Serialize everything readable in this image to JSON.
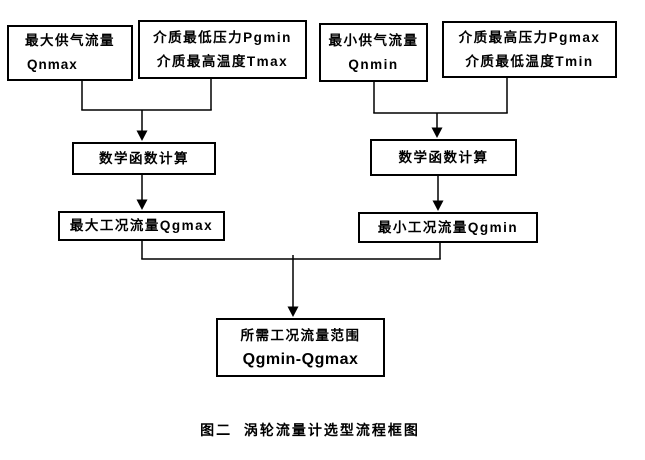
{
  "diagram": {
    "nodes": {
      "max_supply_flow": {
        "line1": "最大供气流量",
        "line2": "Qnmax"
      },
      "medium_min_pressure_max_temp": {
        "line1": "介质最低压力Pgmin",
        "line2": "介质最高温度Tmax"
      },
      "min_supply_flow": {
        "line1": "最小供气流量",
        "line2": "Qnmin"
      },
      "medium_max_pressure_min_temp": {
        "line1": "介质最高压力Pgmax",
        "line2": "介质最低温度Tmin"
      },
      "math_calc_left": {
        "label": "数学函数计算"
      },
      "math_calc_right": {
        "label": "数学函数计算"
      },
      "max_working_flow": {
        "label": "最大工况流量Qgmax"
      },
      "min_working_flow": {
        "label": "最小工况流量Qgmin"
      },
      "required_flow_range": {
        "line1": "所需工况流量范围",
        "line2": "Qgmin-Qgmax"
      }
    },
    "caption": "图二  涡轮流量计选型流程框图"
  },
  "colors": {
    "line": "#000000",
    "background": "#ffffff",
    "text": "#000000"
  }
}
